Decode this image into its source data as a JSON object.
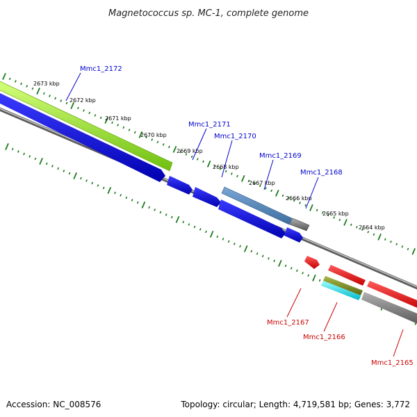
{
  "title": "Magnetococcus sp. MC-1, complete genome",
  "footer": {
    "accession": "Accession: NC_008576",
    "summary": "Topology: circular; Length: 4,719,581 bp; Genes: 3,772"
  },
  "colors": {
    "forward_label": "#0000cc",
    "reverse_label": "#cc0000",
    "tick": "#1a7a1a",
    "backbone": "#808080"
  },
  "scale_labels": [
    "2673 kbp",
    "2672 kbp",
    "2671 kbp",
    "2670 kbp",
    "2669 kbp",
    "2668 kbp",
    "2667 kbp",
    "2666 kbp",
    "2665 kbp",
    "2664 kbp"
  ],
  "forward_genes": [
    {
      "name": "Mmc1_2172"
    },
    {
      "name": "Mmc1_2171"
    },
    {
      "name": "Mmc1_2170"
    },
    {
      "name": "Mmc1_2169"
    },
    {
      "name": "Mmc1_2168"
    }
  ],
  "reverse_genes": [
    {
      "name": "Mmc1_2167"
    },
    {
      "name": "Mmc1_2166"
    },
    {
      "name": "Mmc1_2165"
    }
  ]
}
